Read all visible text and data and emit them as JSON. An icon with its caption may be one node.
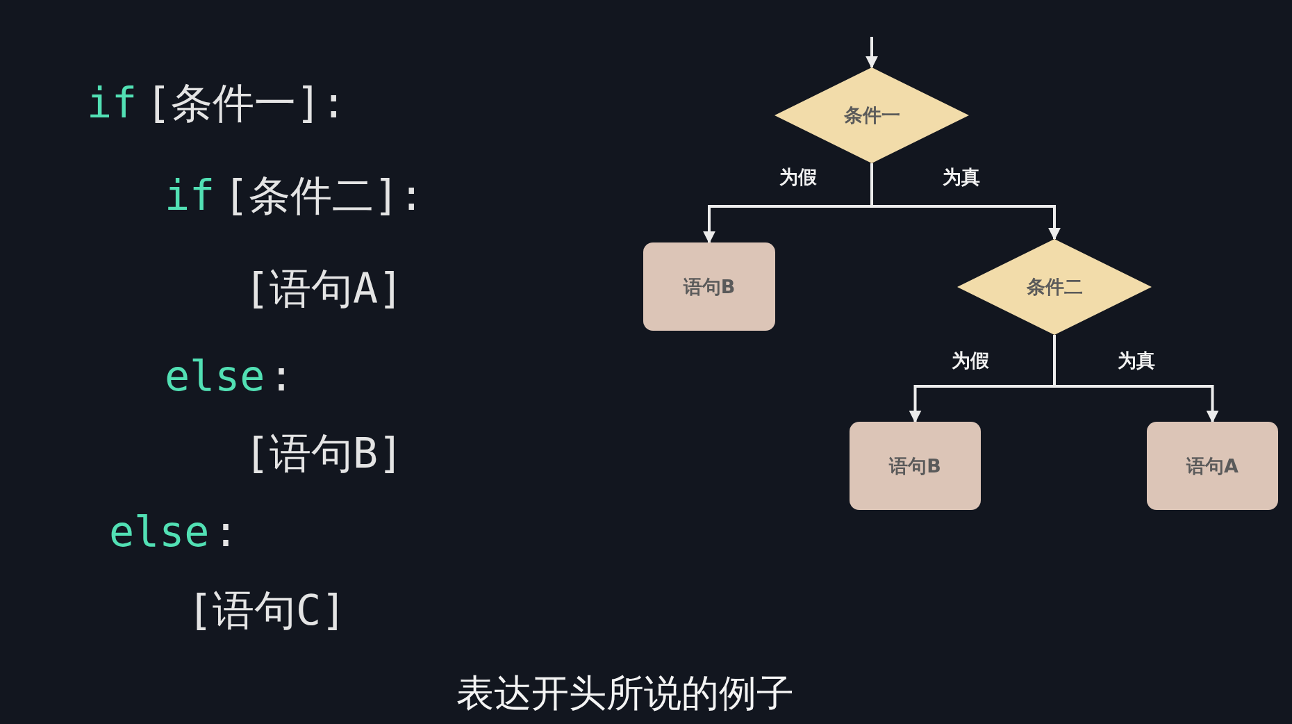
{
  "diagram": {
    "caption": "表达开头所说的例子",
    "nodes": [
      {
        "text": [
          "条件一"
        ]
      },
      {
        "text": [
          "语句B"
        ]
      },
      {
        "text": [
          "条件二"
        ]
      },
      {
        "text": [
          "语句B"
        ]
      },
      {
        "text": [
          "语句A"
        ]
      }
    ],
    "edges": [
      {
        "from": null,
        "to": 0,
        "arrow": "to"
      },
      {
        "from": 0,
        "to": 1,
        "arrow": "to",
        "label": "为假"
      },
      {
        "from": 0,
        "to": 2,
        "arrow": "to",
        "label": "为真"
      },
      {
        "from": 2,
        "to": 3,
        "arrow": "to",
        "label": "为假"
      },
      {
        "from": 2,
        "to": 4,
        "arrow": "to",
        "label": "为真"
      }
    ],
    "labels": [
      "if",
      "[条件一]:",
      "if",
      "[条件二]:",
      "[语句A]",
      "else",
      ":",
      "[语句B]",
      "else",
      ":",
      "[语句C]"
    ]
  }
}
